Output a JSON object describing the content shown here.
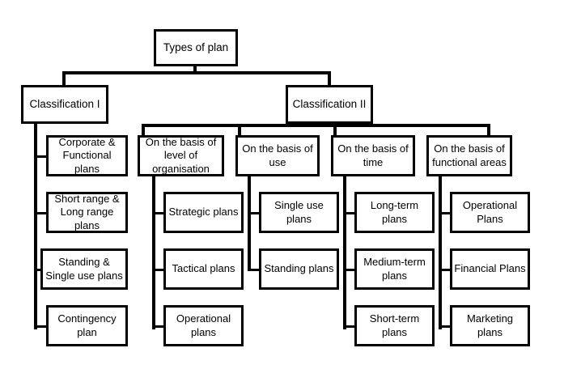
{
  "diagram": {
    "title_node": {
      "label": "Types of plan"
    },
    "branches": [
      {
        "id": "classification-1",
        "label": "Classification I",
        "children": [
          {
            "id": "corporate-functional-plans",
            "label": "Corporate &\nFunctional\nplans"
          },
          {
            "id": "short-long-range-plans",
            "label": "Short range &\nLong range\nplans"
          },
          {
            "id": "standing-single-use-plans",
            "label": "Standing &\nSingle use plans"
          },
          {
            "id": "contingency-plan",
            "label": "Contingency\nplan"
          }
        ]
      },
      {
        "id": "classification-2",
        "label": "Classification II",
        "subbranches": [
          {
            "id": "basis-level-of-organisation",
            "label": "On the basis of\nlevel of\norganisation",
            "children": [
              {
                "id": "strategic-plans",
                "label": "Strategic plans"
              },
              {
                "id": "tactical-plans",
                "label": "Tactical plans"
              },
              {
                "id": "operational-plans-level",
                "label": "Operational\nplans"
              }
            ]
          },
          {
            "id": "basis-of-use",
            "label": "On the basis of\nuse",
            "children": [
              {
                "id": "single-use-plans",
                "label": "Single use plans"
              },
              {
                "id": "standing-plans",
                "label": "Standing plans"
              }
            ]
          },
          {
            "id": "basis-of-time",
            "label": "On the basis of\ntime",
            "children": [
              {
                "id": "long-term-plans",
                "label": "Long-term\nplans"
              },
              {
                "id": "medium-term-plans",
                "label": "Medium-term\nplans"
              },
              {
                "id": "short-term-plans",
                "label": "Short-term\nplans"
              }
            ]
          },
          {
            "id": "basis-functional-areas",
            "label": "On the basis of\nfunctional areas",
            "children": [
              {
                "id": "operational-plans-functional",
                "label": "Operational\nPlans"
              },
              {
                "id": "financial-plans",
                "label": "Financial Plans"
              },
              {
                "id": "marketing-plans",
                "label": "Marketing\nplans"
              }
            ]
          }
        ]
      }
    ],
    "colors": {
      "line": "#000000",
      "box_fill": "#ffffff",
      "text": "#000000",
      "background": "#ffffff"
    }
  }
}
